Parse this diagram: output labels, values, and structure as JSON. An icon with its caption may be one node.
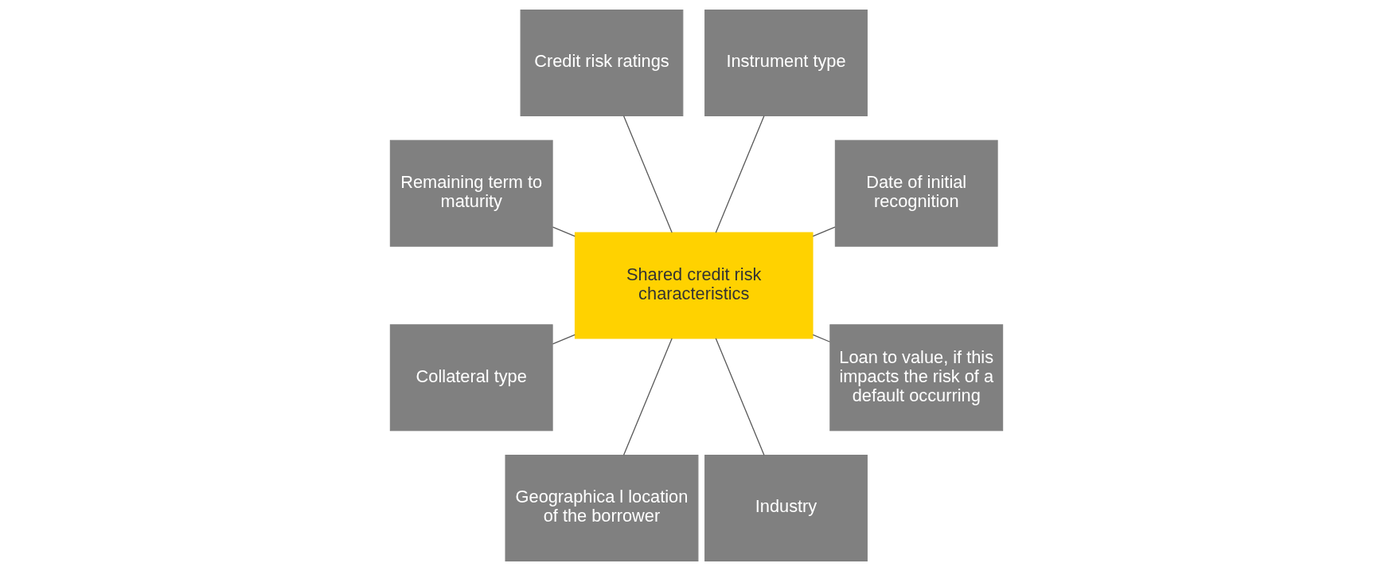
{
  "diagram": {
    "nodes": [
      {
        "text": [
          "Date of initial recognition"
        ]
      },
      {
        "text": [
          "Instrument type"
        ]
      },
      {
        "text": [
          "Credit risk ratings"
        ]
      },
      {
        "text": [
          "Remaining term to maturity"
        ]
      },
      {
        "text": [
          "Shared credit risk characteristics"
        ]
      },
      {
        "text": [
          "Collateral type"
        ]
      },
      {
        "text": [
          "Geographica l location of the borrower"
        ]
      },
      {
        "text": [
          "Industry"
        ]
      },
      {
        "text": [
          "Loan to value, if this impacts the risk of a default occurring"
        ]
      }
    ],
    "edges": [
      {
        "from": 4,
        "to": 0,
        "arrow": "none"
      },
      {
        "from": 4,
        "to": 1,
        "arrow": "none"
      },
      {
        "from": 4,
        "to": 2,
        "arrow": "none"
      },
      {
        "from": 4,
        "to": 3,
        "arrow": "none"
      },
      {
        "from": 4,
        "to": 5,
        "arrow": "none"
      },
      {
        "from": 4,
        "to": 6,
        "arrow": "none"
      },
      {
        "from": 4,
        "to": 7,
        "arrow": "none"
      },
      {
        "from": 4,
        "to": 8,
        "arrow": "none"
      }
    ]
  }
}
